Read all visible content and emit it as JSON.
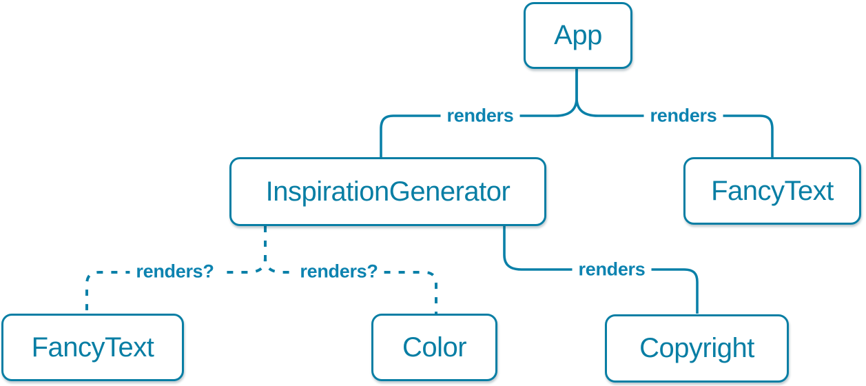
{
  "colors": {
    "background": "#ffffff",
    "accent": "#087ea4",
    "edge_stroke": "#0a80a8",
    "edge_label": "#0d83b0",
    "node_background": "#ffffff"
  },
  "nodes": [
    {
      "id": "app",
      "label": "App"
    },
    {
      "id": "inspiration-generator",
      "label": "InspirationGenerator"
    },
    {
      "id": "fancy-text-top",
      "label": "FancyText"
    },
    {
      "id": "fancy-text-bottom",
      "label": "FancyText"
    },
    {
      "id": "color",
      "label": "Color"
    },
    {
      "id": "copyright",
      "label": "Copyright"
    }
  ],
  "edges": [
    {
      "from": "App",
      "to": "InspirationGenerator",
      "label": "renders",
      "style": "solid"
    },
    {
      "from": "App",
      "to": "FancyText",
      "label": "renders",
      "style": "solid"
    },
    {
      "from": "InspirationGenerator",
      "to": "FancyText",
      "label": "renders?",
      "style": "dashed"
    },
    {
      "from": "InspirationGenerator",
      "to": "Color",
      "label": "renders?",
      "style": "dashed"
    },
    {
      "from": "InspirationGenerator",
      "to": "Copyright",
      "label": "renders",
      "style": "solid"
    }
  ]
}
